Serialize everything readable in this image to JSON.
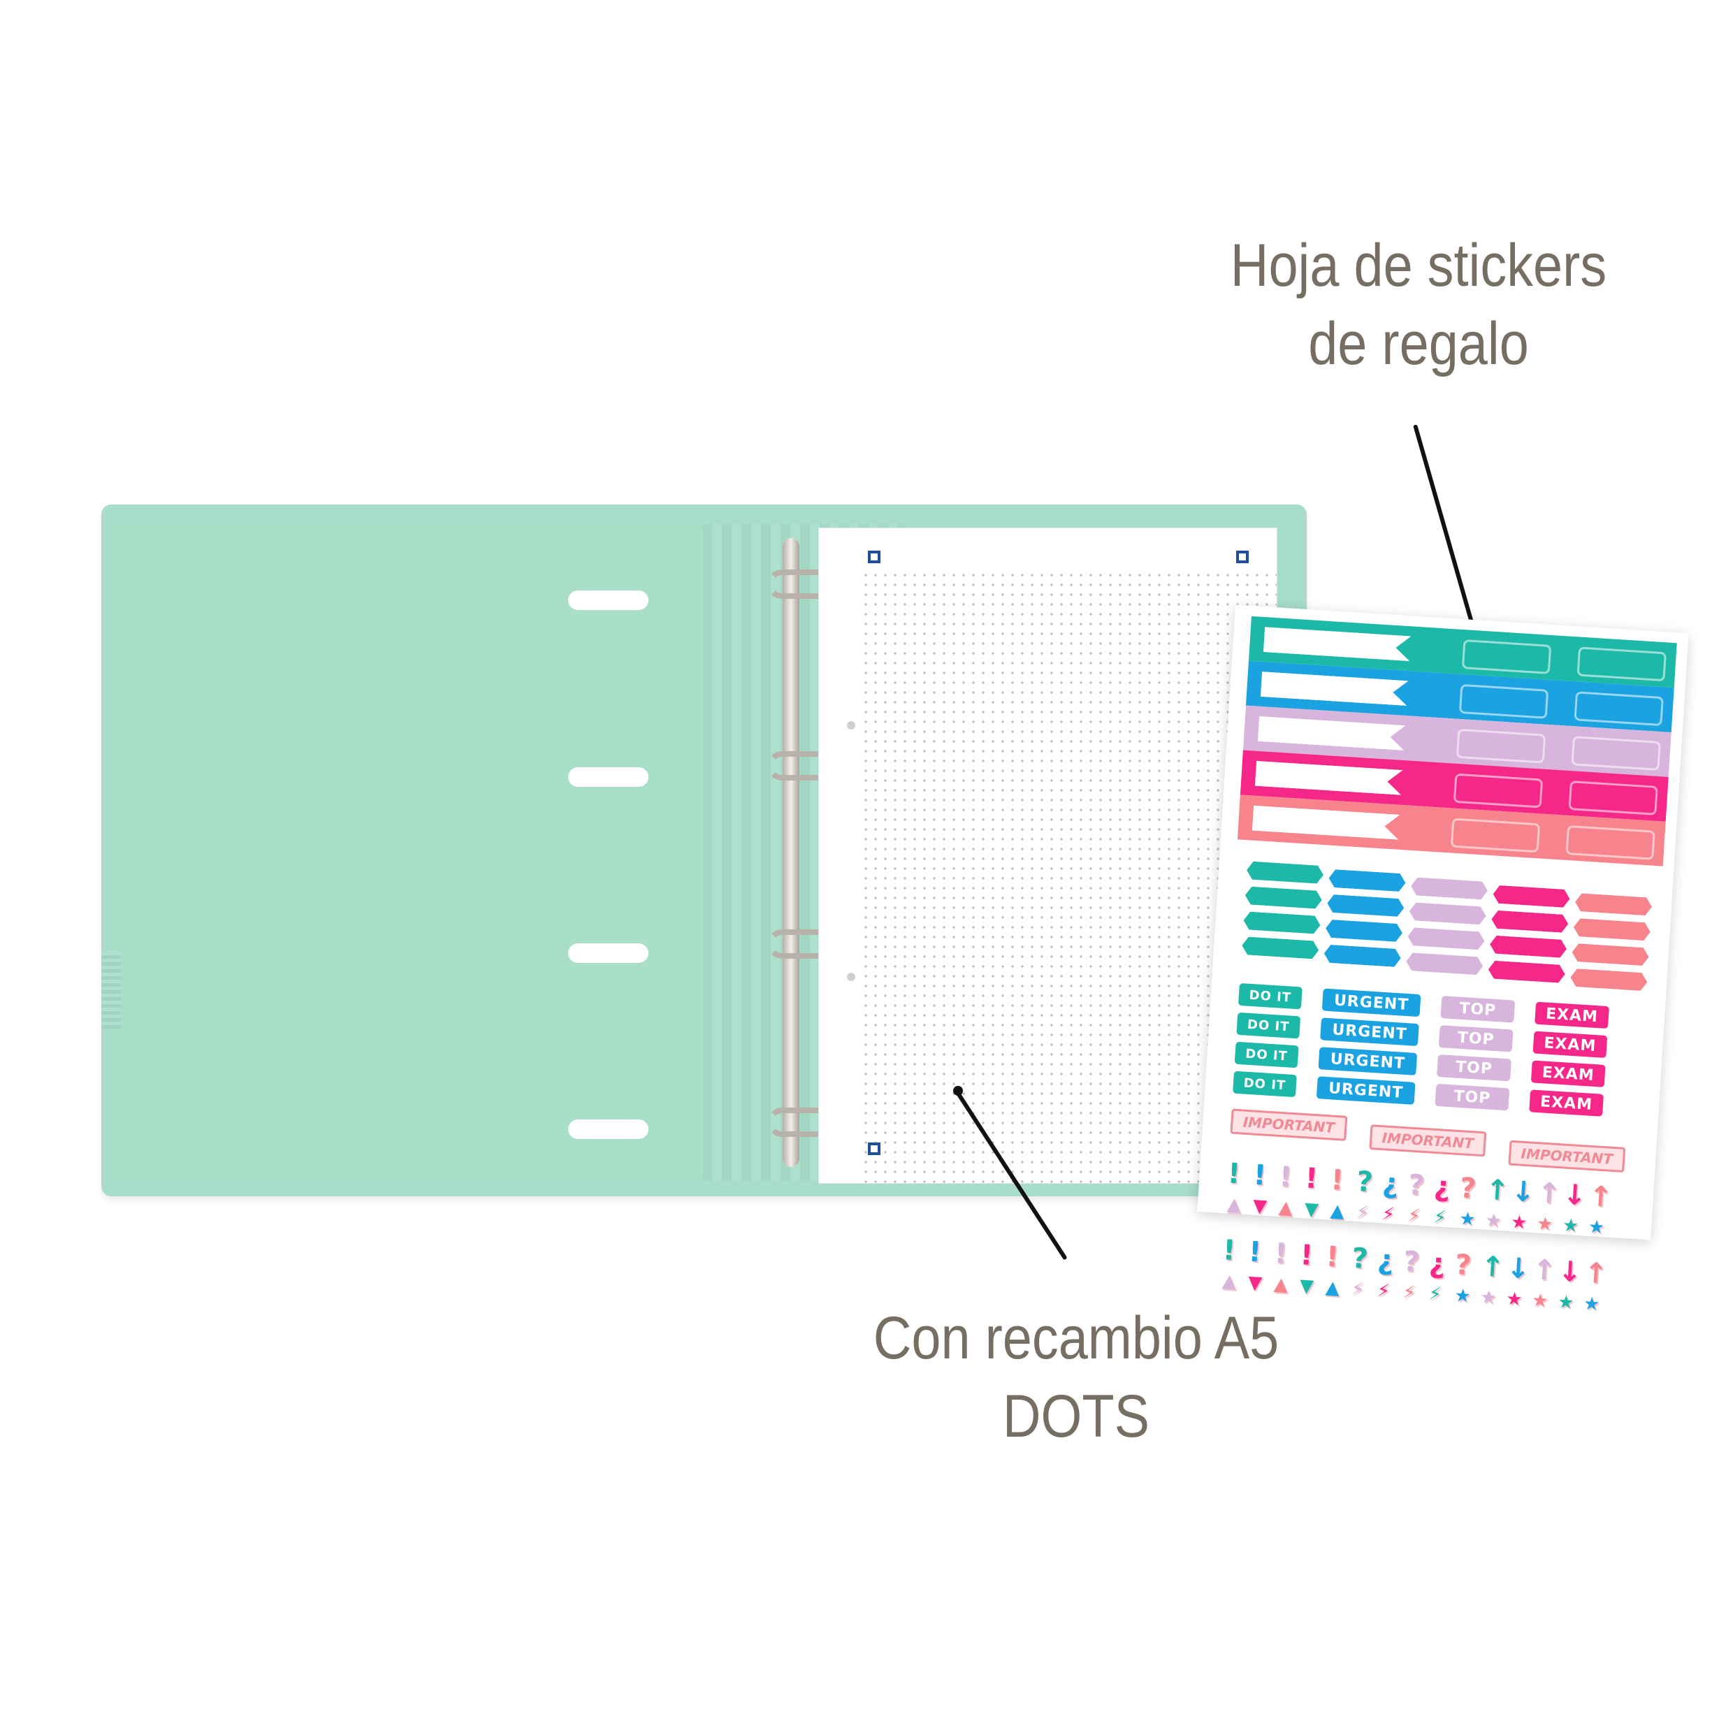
{
  "captions": {
    "stickers": [
      "Hoja de stickers",
      "de regalo"
    ],
    "refill": [
      "Con recambio A5",
      "DOTS"
    ]
  },
  "stickers": {
    "do_it": "DO IT",
    "urgent": "URGENT",
    "top": "TOP",
    "exam": "EXAM",
    "important": "IMPORTANT"
  },
  "colors": {
    "binder": "#a7ddc9",
    "caption": "#766e63",
    "teal": "#1db9a8",
    "blue": "#1aa3e0",
    "lilac": "#d8b5dc",
    "pink": "#f5288a",
    "salmon": "#f7848c",
    "logo_blue": "#1f4e9c"
  }
}
